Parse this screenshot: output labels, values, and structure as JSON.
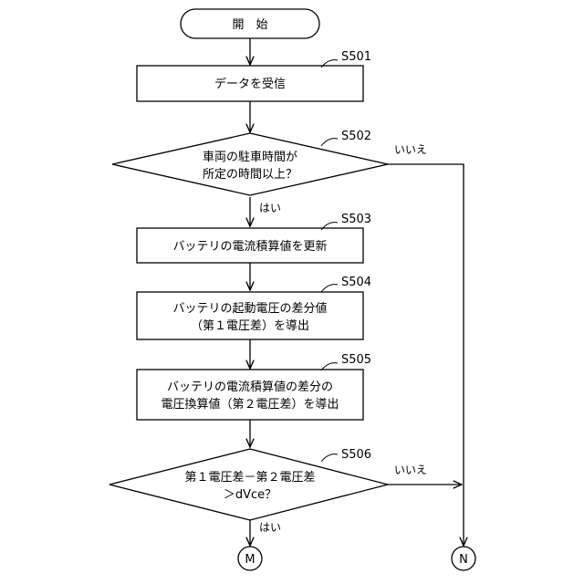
{
  "start": {
    "label": "開　始"
  },
  "steps": [
    {
      "id": "S501",
      "lines": [
        "データを受信"
      ]
    },
    {
      "id": "S502",
      "lines": [
        "車両の駐車時間が",
        "所定の時間以上？"
      ],
      "yes": "はい",
      "no": "いいえ"
    },
    {
      "id": "S503",
      "lines": [
        "バッテリの電流積算値を更新"
      ]
    },
    {
      "id": "S504",
      "lines": [
        "バッテリの起動電圧の差分値",
        "（第１電圧差）を導出"
      ]
    },
    {
      "id": "S505",
      "lines": [
        "バッテリの電流積算値の差分の",
        "電圧換算値（第２電圧差）を導出"
      ]
    },
    {
      "id": "S506",
      "lines": [
        "第１電圧差－第２電圧差",
        "＞dVce？"
      ],
      "yes": "はい",
      "no": "いいえ"
    }
  ],
  "connectors": {
    "m": "M",
    "n": "N"
  }
}
